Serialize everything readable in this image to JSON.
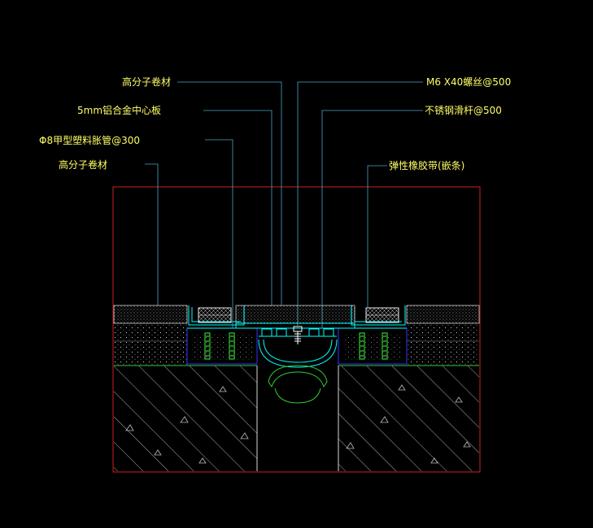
{
  "labels": {
    "polymer_top": "高分子卷材",
    "center_plate": "5mm铝合金中心板",
    "expansion_tube": "Φ8甲型塑料胀管@300",
    "polymer_left": "高分子卷材",
    "bolt": "M6 X40螺丝@500",
    "slide_bar": "不锈钢滑杆@500",
    "rubber_strip": "弹性橡胶带(嵌条)"
  },
  "colors": {
    "background": "#000000",
    "label_text": "#ffff66",
    "leader": "#4da6c8",
    "frame": "#cc2222",
    "cyan": "#00ffff",
    "green": "#33cc33",
    "hatch": "#c8c8c8"
  }
}
